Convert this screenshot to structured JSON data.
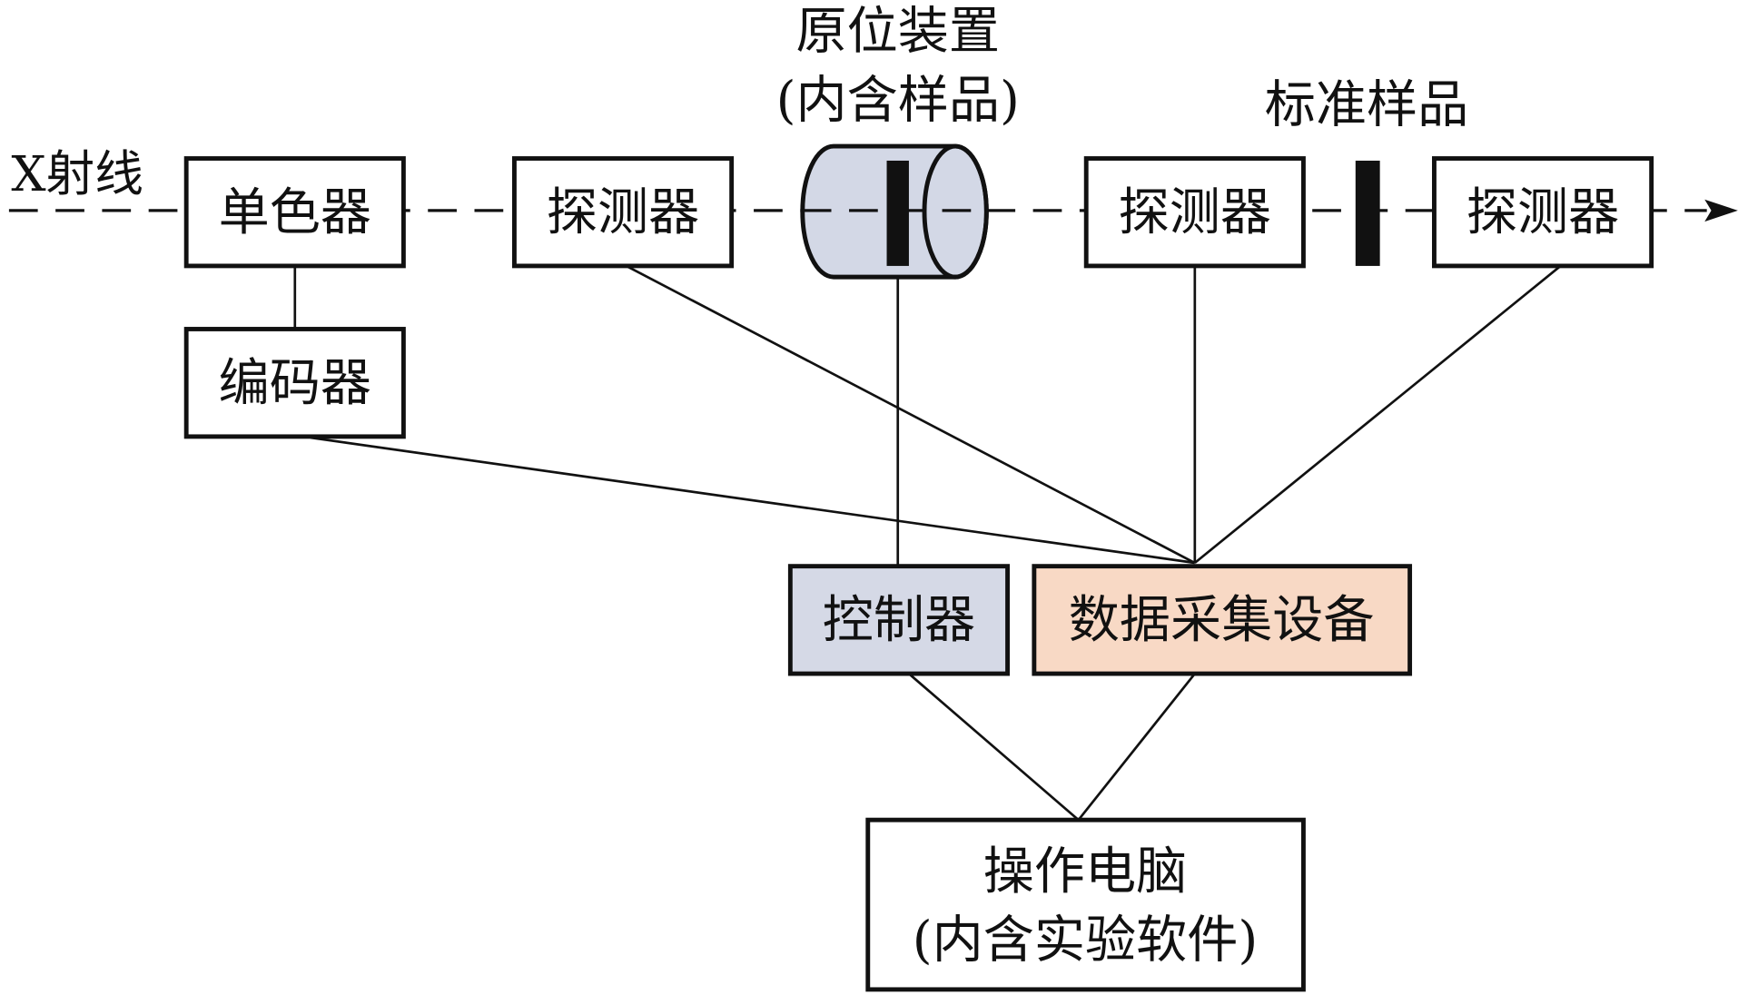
{
  "diagram": {
    "title_beam": "X射线",
    "colors": {
      "controller_fill": "#d5d9e6",
      "cylinder_fill": "#d3d8e6",
      "daq_fill": "#f8d9c5",
      "stroke": "#111111"
    },
    "nodes": {
      "monochromator": "单色器",
      "encoder": "编码器",
      "detector1": "探测器",
      "insitu_line1": "原位装置",
      "insitu_line2": "(内含样品)",
      "detector2": "探测器",
      "standard_sample": "标准样品",
      "detector3": "探测器",
      "controller": "控制器",
      "daq": "数据采集设备",
      "computer_line1": "操作电脑",
      "computer_line2": "(内含实验软件)"
    },
    "edges": [
      {
        "from": "monochromator",
        "to": "encoder"
      },
      {
        "from": "encoder",
        "to": "daq"
      },
      {
        "from": "detector1",
        "to": "daq"
      },
      {
        "from": "detector2",
        "to": "daq"
      },
      {
        "from": "detector3",
        "to": "daq"
      },
      {
        "from": "insitu_device",
        "to": "controller"
      },
      {
        "from": "controller",
        "to": "computer"
      },
      {
        "from": "daq",
        "to": "computer"
      }
    ]
  }
}
